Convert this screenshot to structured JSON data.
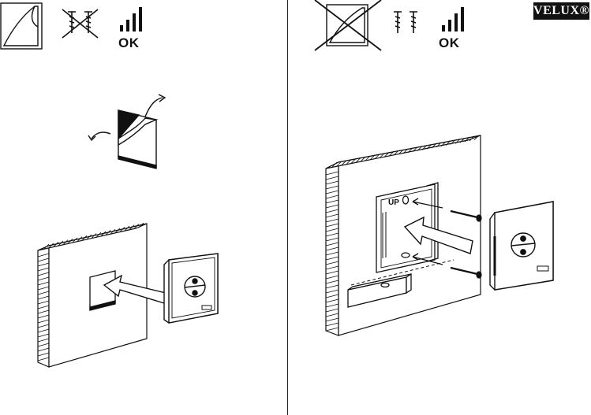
{
  "brand": {
    "logo_text": "VELUX®"
  },
  "left_panel": {
    "icons": [
      "adhesive-pad-icon",
      "screws-crossed-out-icon",
      "signal-strength-icon"
    ],
    "signal_label": "OK"
  },
  "right_panel": {
    "icons": [
      "adhesive-pad-crossed-out-icon",
      "screws-icon",
      "signal-strength-icon"
    ],
    "signal_label": "OK",
    "bracket_label": "UP"
  },
  "colors": {
    "line": "#111111",
    "fill": "#ffffff",
    "dark": "#1a1a1a"
  }
}
